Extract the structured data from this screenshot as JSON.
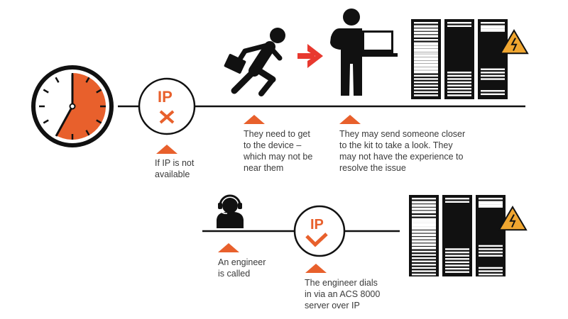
{
  "colors": {
    "accent": "#e8602c",
    "arrow": "#e8392f",
    "warning": "#f0a630",
    "ink": "#111111"
  },
  "top_row": {
    "ip_label": "IP",
    "ip_status_icon": "cross-icon",
    "captions": [
      {
        "lines": [
          "If IP is not",
          "available"
        ]
      },
      {
        "lines": [
          "They need to get",
          "to the device –",
          "which may not be",
          "near them"
        ]
      },
      {
        "lines": [
          "They may send someone closer",
          "to the kit to take a look. They",
          "may not have the experience to",
          "resolve the issue"
        ]
      }
    ]
  },
  "bottom_row": {
    "ip_label": "IP",
    "ip_status_icon": "check-icon",
    "captions": [
      {
        "lines": [
          "An engineer",
          "is called"
        ]
      },
      {
        "lines": [
          "The engineer dials",
          "in via an ACS 8000",
          "server over IP"
        ]
      }
    ]
  }
}
